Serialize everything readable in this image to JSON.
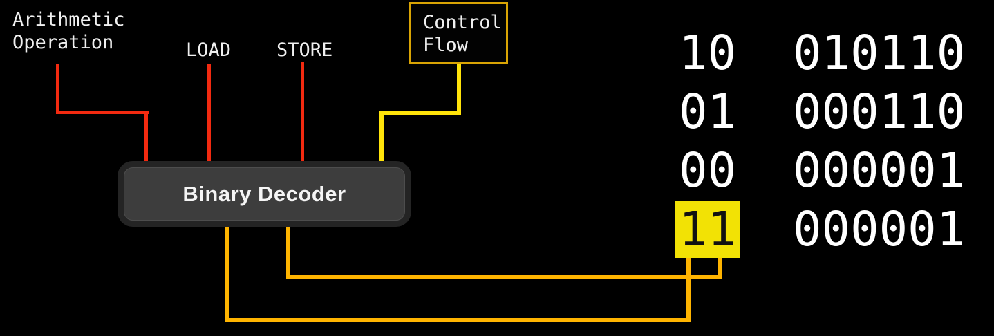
{
  "colors": {
    "background": "#000000",
    "wire_red": "#f32a10",
    "wire_yellow": "#ffe30a",
    "wire_orange": "#ffb400",
    "control_box_border": "#d9a404",
    "highlight_bg": "#f2e205",
    "highlight_text": "#111111",
    "decoder_outer": "#242424",
    "decoder_inner": "#3d3d3d",
    "label_text": "#f0f0f0",
    "binary_text": "#ffffff"
  },
  "labels": {
    "arithmetic": "Arithmetic\nOperation",
    "load": "LOAD",
    "store": "STORE",
    "control_flow": "Control\nFlow",
    "decoder": "Binary Decoder"
  },
  "truth_table": {
    "rows": [
      {
        "opcode": "10",
        "operand": "010110",
        "highlighted": false
      },
      {
        "opcode": "01",
        "operand": "000110",
        "highlighted": false
      },
      {
        "opcode": "00",
        "operand": "000001",
        "highlighted": false
      },
      {
        "opcode": "11",
        "operand": "000001",
        "highlighted": true
      }
    ]
  }
}
